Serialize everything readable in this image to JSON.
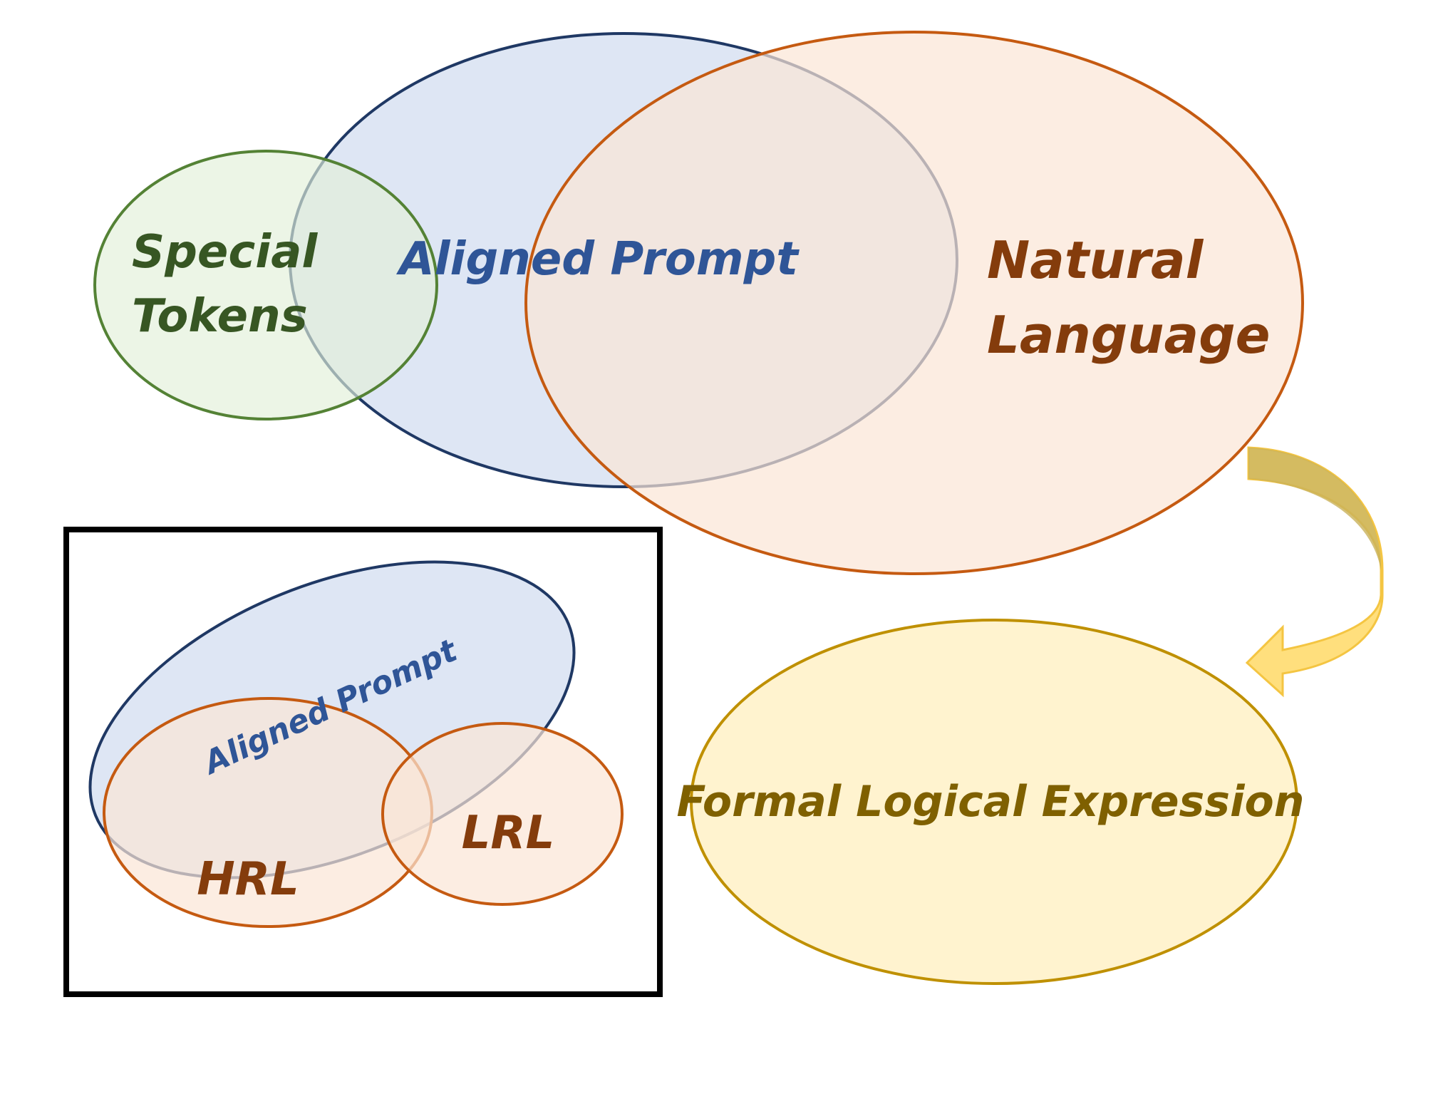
{
  "main": {
    "special_tokens": {
      "line1": "Special",
      "line2": "Tokens"
    },
    "aligned_prompt": "Aligned Prompt",
    "natural_language": {
      "line1": "Natural",
      "line2": "Language"
    },
    "formal_logical_expression": "Formal Logical Expression"
  },
  "inset": {
    "aligned_prompt": "Aligned Prompt",
    "hrl": "HRL",
    "lrl": "LRL"
  },
  "colors": {
    "special_tokens_fill": "#e2efd9",
    "special_tokens_stroke": "#548235",
    "special_tokens_text": "#375623",
    "aligned_prompt_fill": "#dae3f3",
    "aligned_prompt_stroke": "#1f3864",
    "aligned_prompt_text": "#2f5597",
    "natural_language_fill": "#fbe5d6",
    "natural_language_stroke": "#c55a11",
    "natural_language_text": "#843c0c",
    "formal_fill": "#fff2cc",
    "formal_stroke": "#bf9000",
    "formal_text": "#7f6000",
    "arrow_fill": "#ffd966",
    "inset_border": "#000000"
  }
}
